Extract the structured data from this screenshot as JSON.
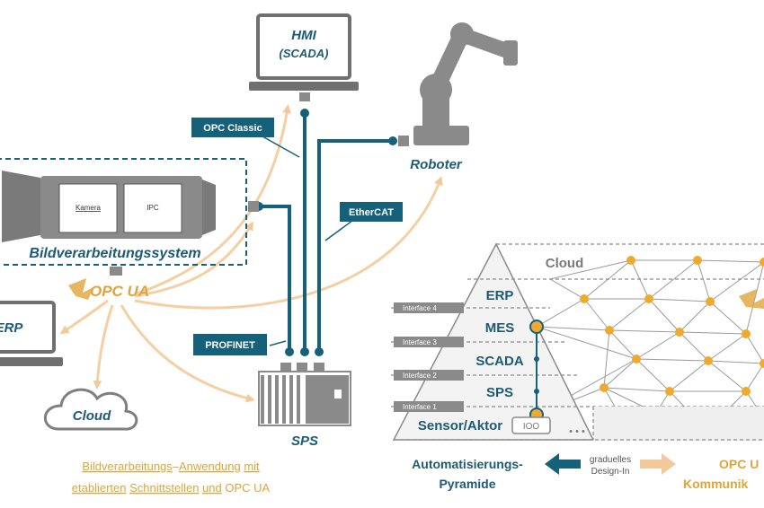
{
  "left": {
    "hmi_title": "HMI",
    "hmi_subtitle": "(SCADA)",
    "robot_label": "Roboter",
    "opc_classic": "OPC Classic",
    "ethercat": "EtherCAT",
    "profinet": "PROFINET",
    "vision_system": "Bildverarbeitungssystem",
    "camera": "Kamera",
    "ipc": "IPC",
    "opc_ua_logo": "OPC UA",
    "erp": "ERP",
    "cloud": "Cloud",
    "sps": "SPS",
    "caption_line1": [
      {
        "text": "Bildverarbeitungs",
        "underline": true
      },
      {
        "text": "–",
        "underline": false
      },
      {
        "text": "Anwendung",
        "underline": true
      },
      {
        "text": " ",
        "underline": false
      },
      {
        "text": "mit",
        "underline": true
      }
    ],
    "caption_line2": [
      {
        "text": "etablierten",
        "underline": true
      },
      {
        "text": " ",
        "underline": false
      },
      {
        "text": "Schnittstellen",
        "underline": true
      },
      {
        "text": " ",
        "underline": false
      },
      {
        "text": "und",
        "underline": true
      },
      {
        "text": " OPC UA",
        "underline": false
      }
    ]
  },
  "right": {
    "cloud": "Cloud",
    "levels": [
      "ERP",
      "MES",
      "SCADA",
      "SPS",
      "Sensor/Aktor"
    ],
    "interfaces": [
      "Interface 4",
      "Interface 3",
      "Interface 2",
      "Interface 1"
    ],
    "device_label": "IOO",
    "ellipsis": "• • •",
    "pyramid_caption_line1": "Automatisierungs-",
    "pyramid_caption_line2": "Pyramide",
    "arrow_label_line1": "graduelles",
    "arrow_label_line2": "Design-In",
    "opc_caption_line1": "OPC U",
    "opc_caption_line2": "Kommunik"
  },
  "colors": {
    "teal": "#15617a",
    "orange": "#f2c99a",
    "gold": "#e0a43a",
    "node": "#f0a92f",
    "gray": "#7f7f7f"
  }
}
